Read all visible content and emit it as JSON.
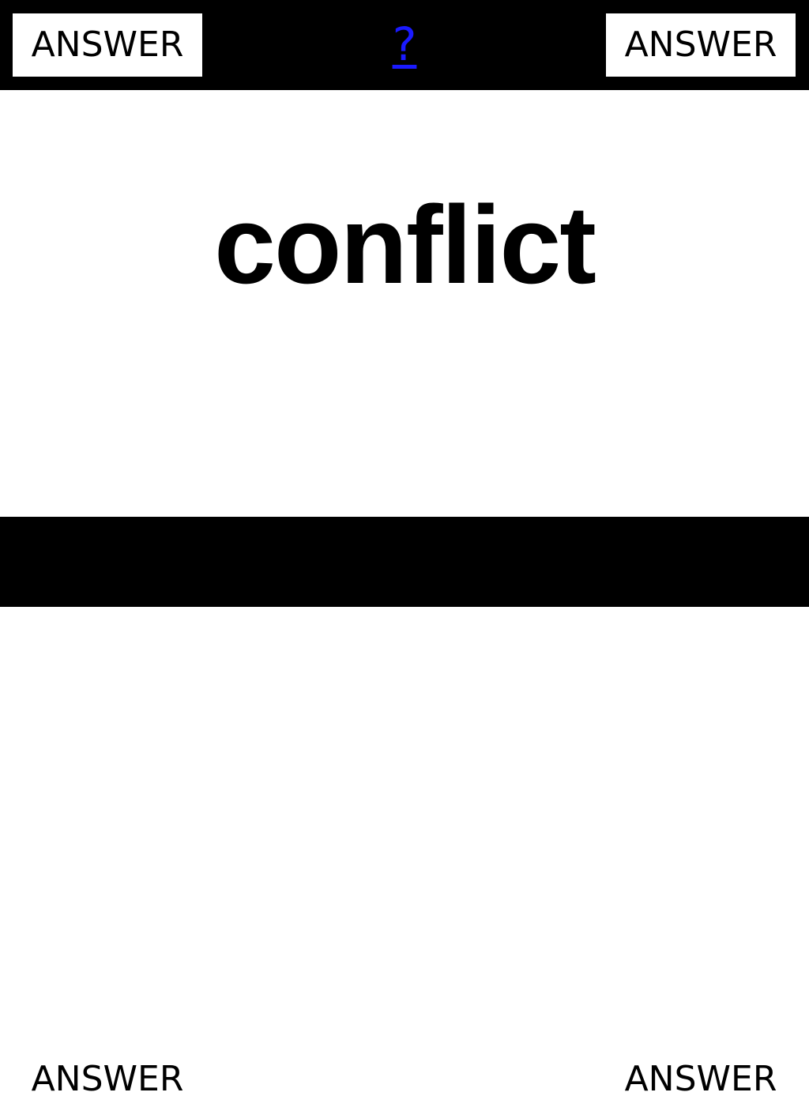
{
  "top_bar": {
    "answer_left_label": "ANSWER",
    "answer_right_label": "ANSWER",
    "help_link_label": "?"
  },
  "prompt": {
    "word": "conflict"
  },
  "bottom_bar": {
    "answer_left_label": "ANSWER",
    "answer_right_label": "ANSWER"
  },
  "colors": {
    "bar_background": "#000000",
    "button_background": "#ffffff",
    "link": "#1a1aff",
    "text": "#000000"
  }
}
